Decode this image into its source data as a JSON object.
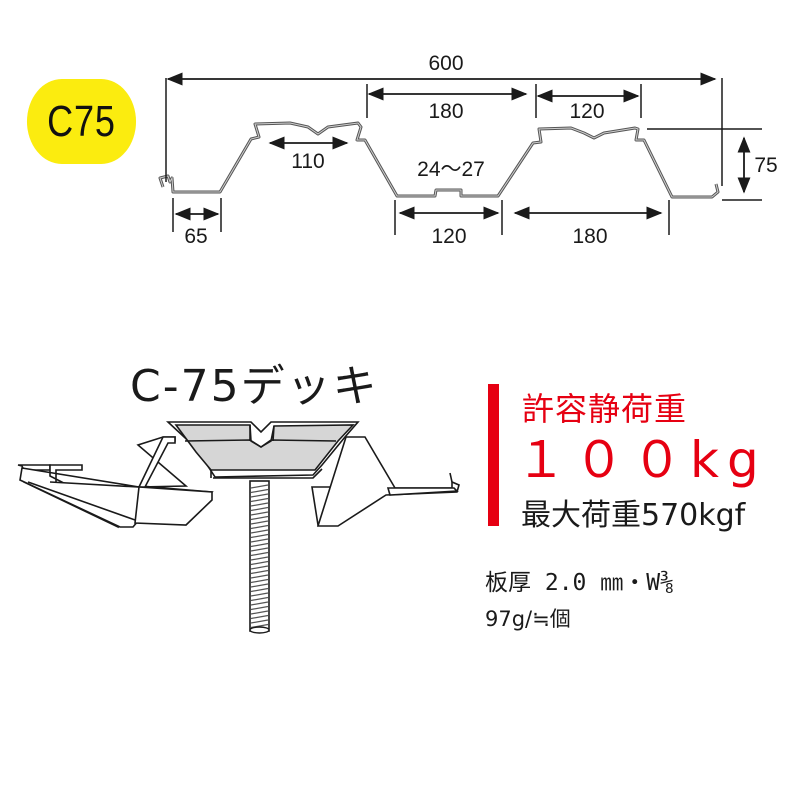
{
  "badge": {
    "label": "C75",
    "color": "#fbec0f"
  },
  "profile_dimensions": {
    "total_width": "600",
    "top_span_left": "180",
    "top_rib_width": "120",
    "rib_inner_width": "110",
    "groove_width": "24～27",
    "bottom_left_flange": "65",
    "bottom_valley": "120",
    "bottom_right": "180",
    "height": "75"
  },
  "product_name": "C-75デッキ",
  "load": {
    "title": "許容静荷重",
    "value": "１００kg",
    "max_load": "最大荷重570kgf",
    "accent_color": "#e60012"
  },
  "specs": {
    "thickness_and_bolt": "板厚 2.0 ㎜・W⅜",
    "weight": "97g/≒個"
  }
}
